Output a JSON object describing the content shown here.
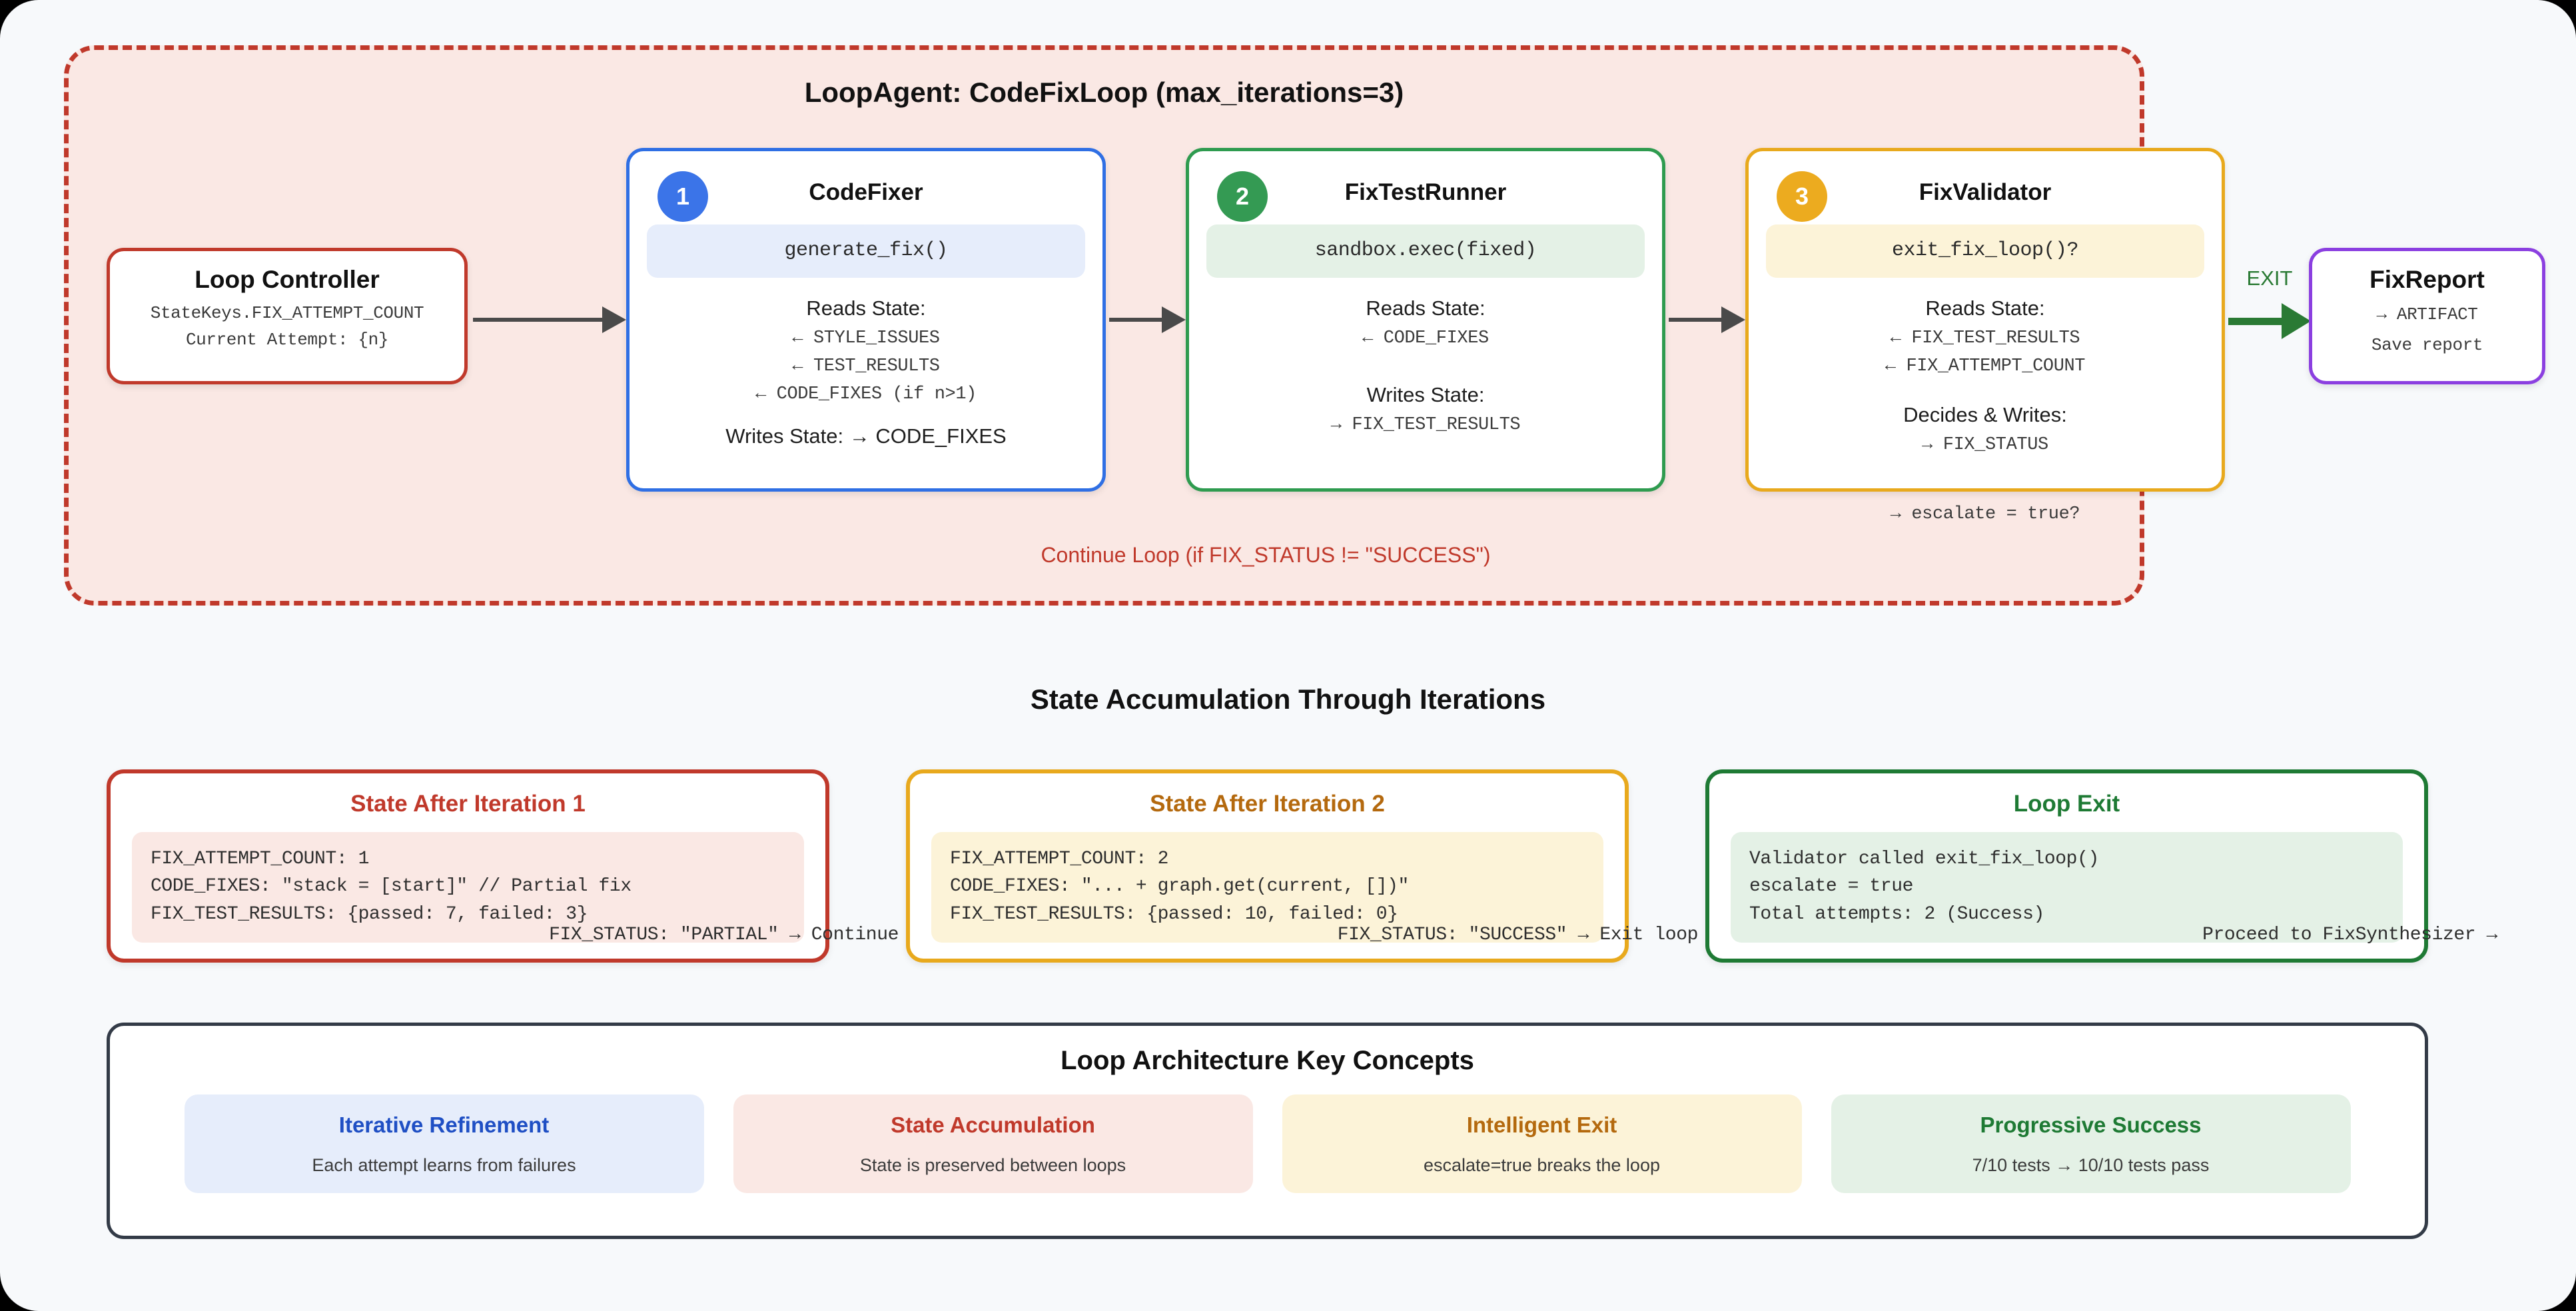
{
  "loop": {
    "title": "LoopAgent: CodeFixLoop (max_iterations=3)",
    "continue_label": "Continue Loop (if FIX_STATUS != \"SUCCESS\")",
    "exit_label": "EXIT"
  },
  "controller": {
    "title": "Loop Controller",
    "line1": "StateKeys.FIX_ATTEMPT_COUNT",
    "line2": "Current Attempt: {n}"
  },
  "agents": [
    {
      "badge": "1",
      "title": "CodeFixer",
      "fn": "generate_fix()",
      "reads_label": "Reads State:",
      "reads": [
        "← STYLE_ISSUES",
        "← TEST_RESULTS",
        "← CODE_FIXES (if n>1)"
      ],
      "writes_inline": "Writes State: → CODE_FIXES"
    },
    {
      "badge": "2",
      "title": "FixTestRunner",
      "fn": "sandbox.exec(fixed)",
      "reads_label": "Reads State:",
      "reads": [
        "← CODE_FIXES"
      ],
      "writes_label": "Writes State:",
      "writes": [
        "→ FIX_TEST_RESULTS"
      ]
    },
    {
      "badge": "3",
      "title": "FixValidator",
      "fn": "exit_fix_loop()?",
      "reads_label": "Reads State:",
      "reads": [
        "← FIX_TEST_RESULTS",
        "← FIX_ATTEMPT_COUNT"
      ],
      "writes_label": "Decides & Writes:",
      "writes": [
        "→ FIX_STATUS"
      ],
      "overflow": "→ escalate = true?"
    }
  ],
  "report": {
    "title": "FixReport",
    "line1": "→ ARTIFACT",
    "line2": "Save report"
  },
  "state_section": {
    "title": "State Accumulation Through Iterations",
    "cards": [
      {
        "title": "State After Iteration 1",
        "lines": [
          "FIX_ATTEMPT_COUNT: 1",
          "CODE_FIXES: \"stack = [start]\" // Partial fix",
          "FIX_TEST_RESULTS: {passed: 7, failed: 3}"
        ],
        "footer": "FIX_STATUS: \"PARTIAL\" → Continue"
      },
      {
        "title": "State After Iteration 2",
        "lines": [
          "FIX_ATTEMPT_COUNT: 2",
          "CODE_FIXES: \"... + graph.get(current, [])\"",
          "FIX_TEST_RESULTS: {passed: 10, failed: 0}"
        ],
        "footer": "FIX_STATUS: \"SUCCESS\" → Exit loop"
      },
      {
        "title": "Loop Exit",
        "lines": [
          "Validator called exit_fix_loop()",
          "escalate = true",
          "Total attempts: 2 (Success)"
        ],
        "footer": "Proceed to FixSynthesizer →"
      }
    ]
  },
  "concepts_section": {
    "title": "Loop Architecture Key Concepts",
    "items": [
      {
        "title": "Iterative Refinement",
        "sub": "Each attempt learns from failures"
      },
      {
        "title": "State Accumulation",
        "sub": "State is preserved between loops"
      },
      {
        "title": "Intelligent Exit",
        "sub": "escalate=true breaks the loop"
      },
      {
        "title": "Progressive Success",
        "sub": "7/10 tests → 10/10 tests pass"
      }
    ]
  },
  "colors": {
    "loop_border": "#c0392b",
    "loop_bg": "#fae8e4",
    "agent1": "#2f6fe4",
    "agent2": "#2e9b4f",
    "agent3": "#e8a91d",
    "report": "#8b3fe0",
    "exit": "#2a7a34"
  }
}
